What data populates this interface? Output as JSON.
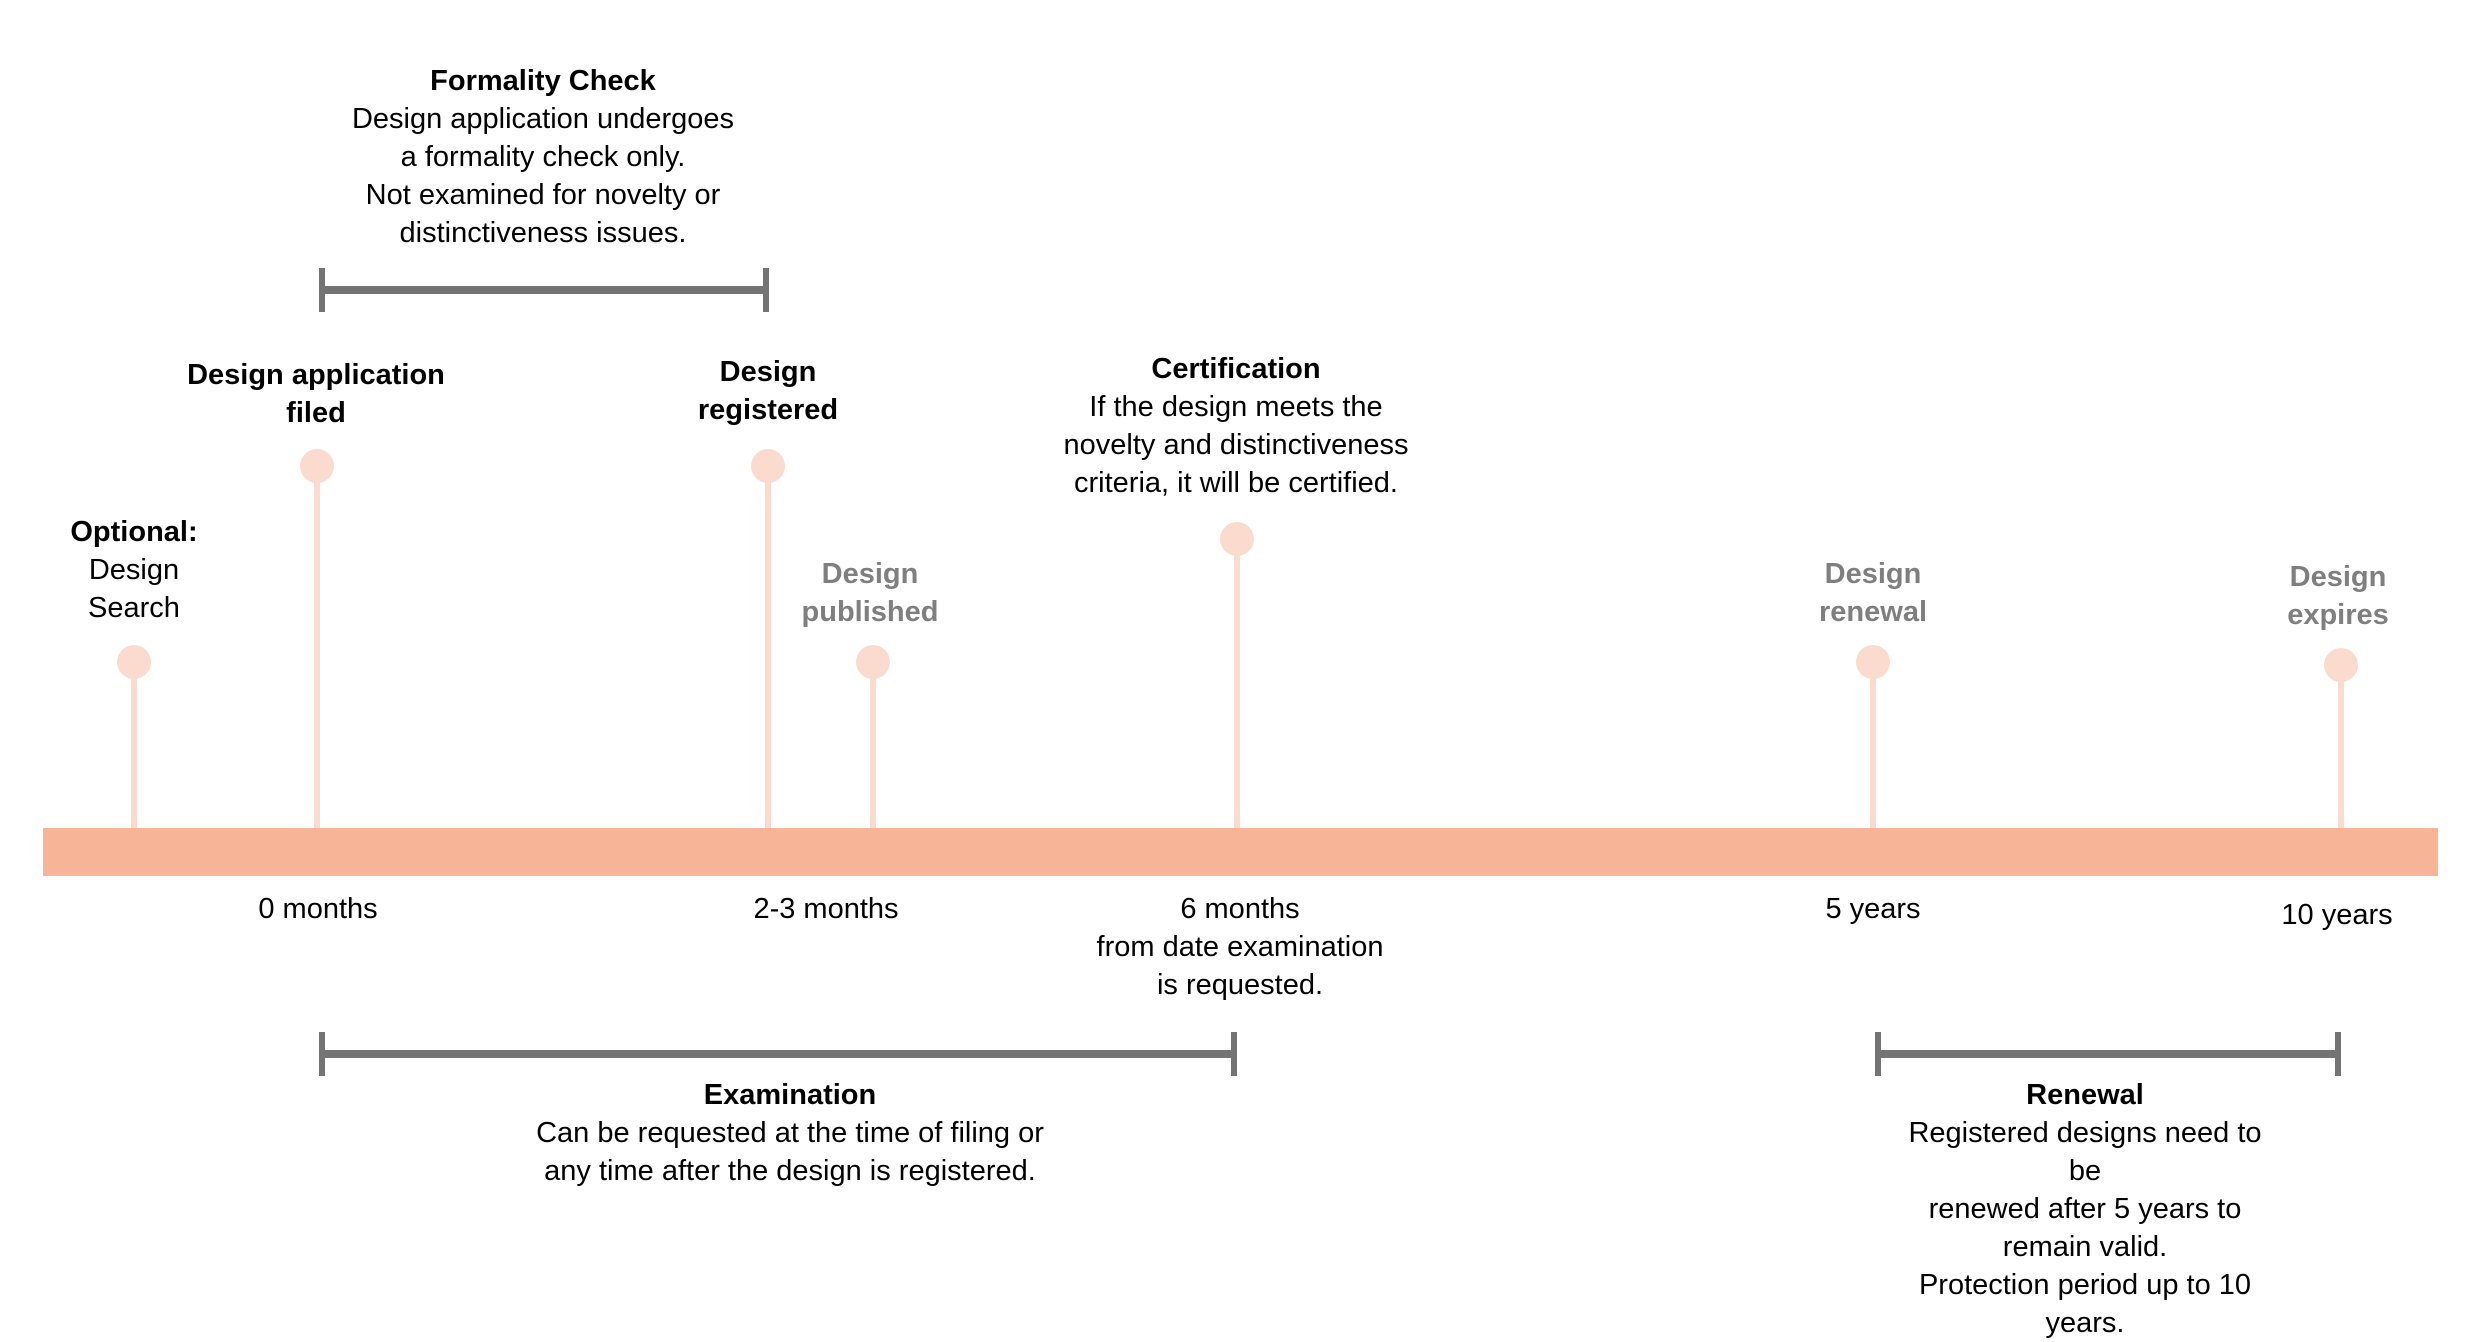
{
  "colors": {
    "axis": "#f8b497",
    "pin": "#fcdbcf",
    "bracket": "#747474",
    "muted_text": "#7f7f7f"
  },
  "milestones": [
    {
      "id": "design-search",
      "title": "Optional:",
      "desc": "Design\nSearch",
      "muted": false
    },
    {
      "id": "application-filed",
      "title": "Design application\nfiled",
      "desc": "",
      "muted": false
    },
    {
      "id": "design-registered",
      "title": "Design\nregistered",
      "desc": "",
      "muted": false
    },
    {
      "id": "design-published",
      "title": "Design\npublished",
      "desc": "",
      "muted": true
    },
    {
      "id": "certification",
      "title": "Certification",
      "desc": "If the design meets the\nnovelty and distinctiveness\ncriteria, it will be certified.",
      "muted": false
    },
    {
      "id": "design-renewal",
      "title": "Design\nrenewal",
      "desc": "",
      "muted": true
    },
    {
      "id": "design-expires",
      "title": "Design\nexpires",
      "desc": "",
      "muted": true
    }
  ],
  "ticks": [
    {
      "id": "0-months",
      "text": "0 months"
    },
    {
      "id": "2-3-months",
      "text": "2-3 months"
    },
    {
      "id": "6-months",
      "text": "6 months\nfrom date examination\nis requested."
    },
    {
      "id": "5-years",
      "text": "5 years"
    },
    {
      "id": "10-years",
      "text": "10 years"
    }
  ],
  "periods": [
    {
      "id": "formality-check",
      "title": "Formality Check",
      "desc": "Design application undergoes\na formality check only.\nNot examined for novelty or\ndistinctiveness issues."
    },
    {
      "id": "examination",
      "title": "Examination",
      "desc": "Can be requested at the time of filing or\nany time after the design is registered."
    },
    {
      "id": "renewal",
      "title": "Renewal",
      "desc": "Registered designs need to be\nrenewed after 5 years to remain valid.\nProtection period up to 10 years."
    }
  ]
}
